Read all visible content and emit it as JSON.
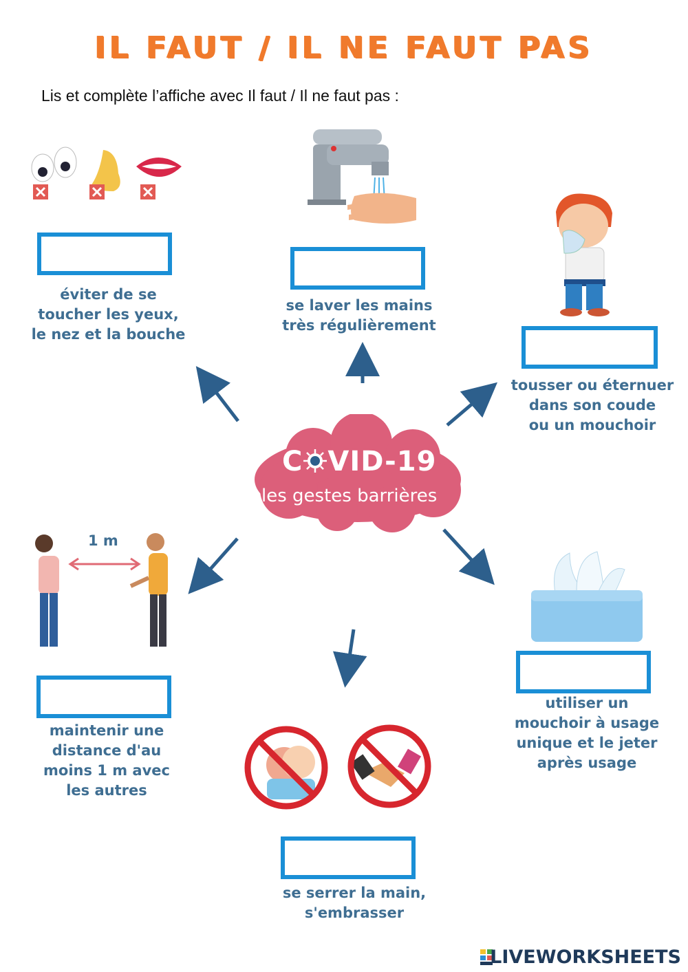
{
  "title": "IL FAUT / IL NE FAUT PAS",
  "instruction": "Lis et complète l’affiche avec Il faut / Il ne faut pas :",
  "center": {
    "title_prefix": "C",
    "title_suffix": "VID-19",
    "subtitle": "les gestes barrières"
  },
  "items": [
    {
      "caption": [
        "éviter de se",
        "toucher les yeux,",
        "le nez et la bouche"
      ],
      "answer": ""
    },
    {
      "caption": [
        "se laver les mains",
        "très régulièrement"
      ],
      "answer": ""
    },
    {
      "caption": [
        "tousser ou éternuer",
        "dans son coude",
        "ou un mouchoir"
      ],
      "answer": ""
    },
    {
      "caption": [
        "maintenir une",
        "distance d'au",
        "moins 1 m avec",
        "les autres"
      ],
      "answer": ""
    },
    {
      "caption": [
        "se serrer la  main,",
        "s'embrasser"
      ],
      "answer": ""
    },
    {
      "caption": [
        "utiliser un",
        "mouchoir à usage",
        "unique et le jeter",
        "après usage"
      ],
      "answer": ""
    }
  ],
  "distance_label": "1 m",
  "brand": "LIVEWORKSHEETS",
  "colors": {
    "title": "#f07a2c",
    "box_border": "#1a8fd6",
    "caption": "#3f6e92",
    "arrow": "#2d5f8c",
    "cloud": "#dc5f7a",
    "no_sign": "#d7262e"
  }
}
